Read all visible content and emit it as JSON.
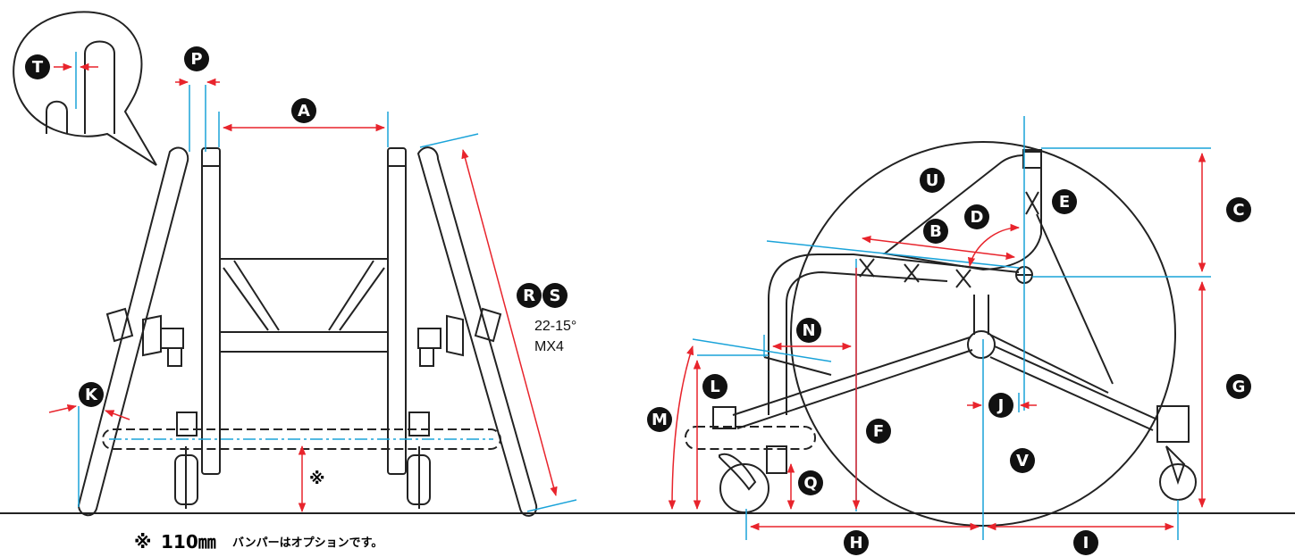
{
  "colors": {
    "dimension": "#e8242c",
    "reference": "#1aa3d9",
    "frame": "#222222",
    "marker": "#111111"
  },
  "markers": [
    "A",
    "B",
    "C",
    "D",
    "E",
    "F",
    "G",
    "H",
    "I",
    "J",
    "K",
    "L",
    "M",
    "N",
    "P",
    "Q",
    "R",
    "S",
    "T",
    "U",
    "V"
  ],
  "angle_note": {
    "line1": "22-15°",
    "line2": "MX4"
  },
  "kome_symbol": "※",
  "footnote": {
    "mark": "※",
    "size": "110㎜",
    "text": "バンパーはオプションです。"
  }
}
